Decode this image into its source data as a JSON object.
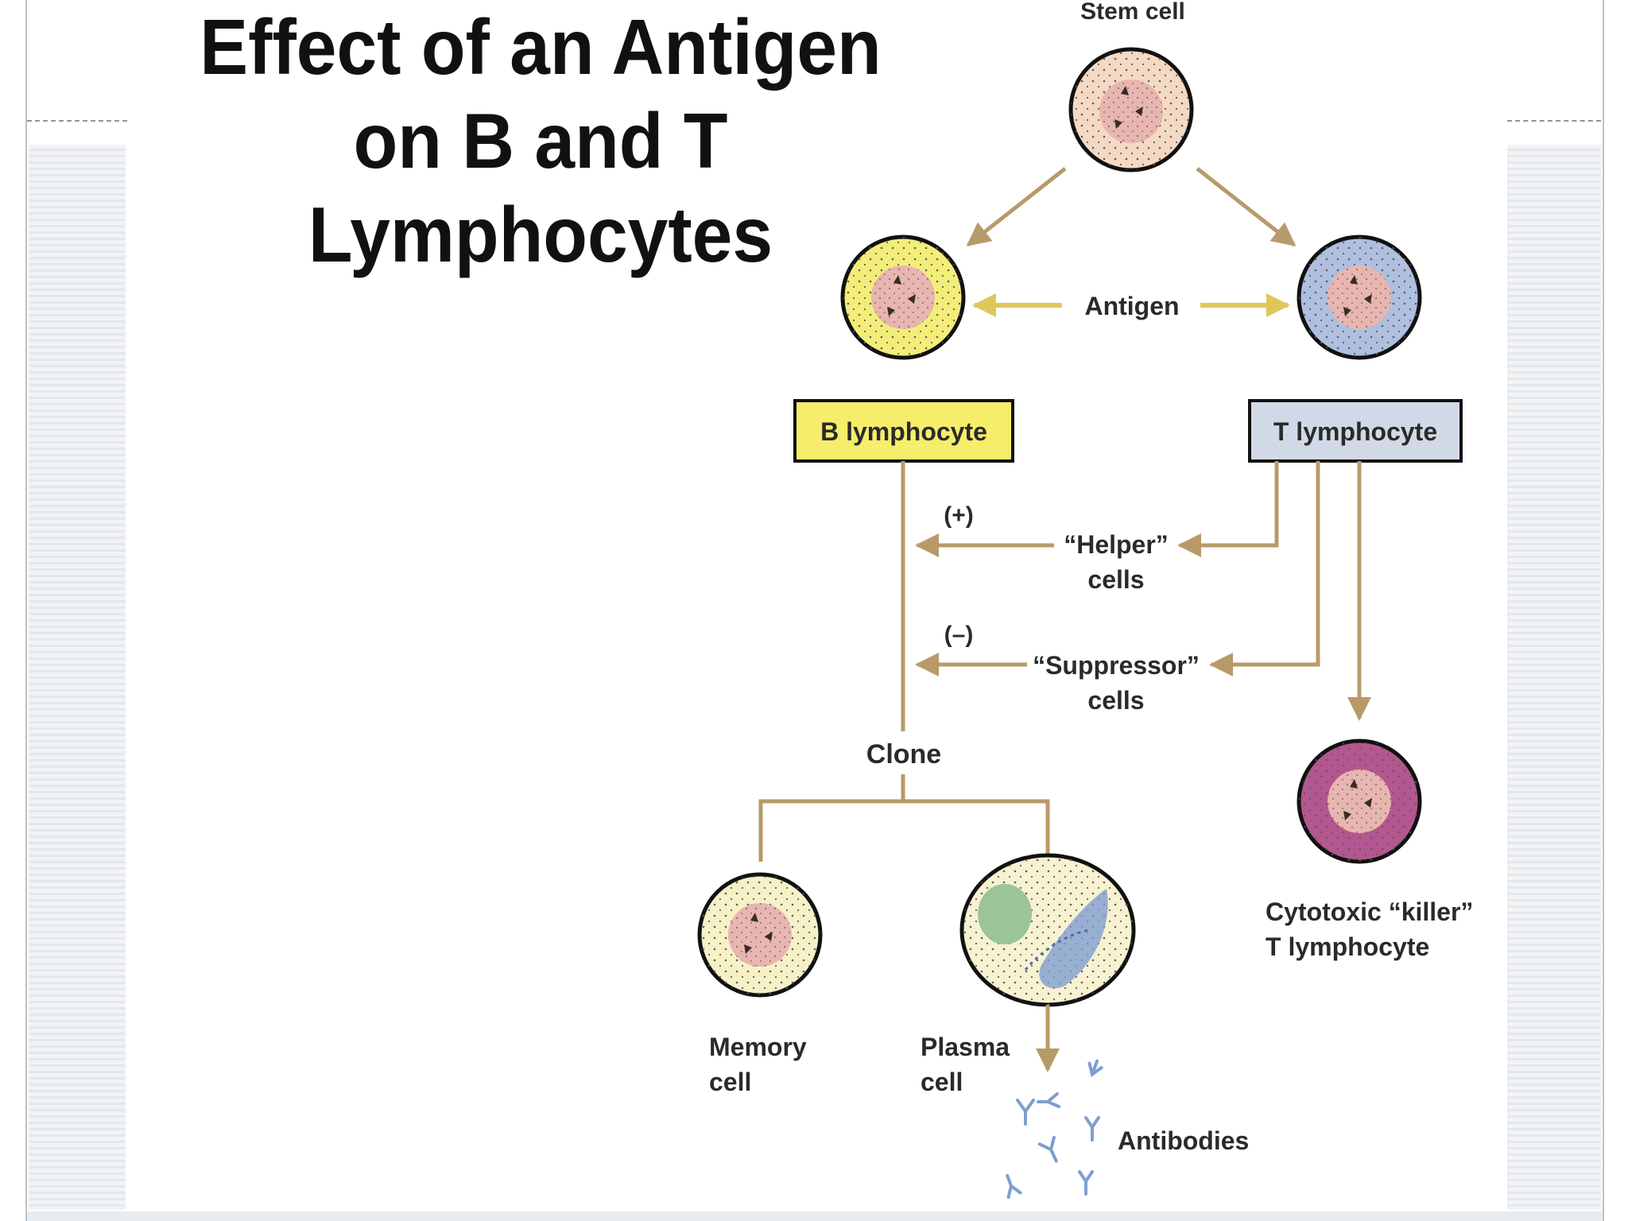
{
  "title": "Effect of an Antigen\non B and T\nLymphocytes",
  "labels": {
    "stem_cell": "Stem cell",
    "antigen": "Antigen",
    "b_lymphocyte": "B lymphocyte",
    "t_lymphocyte": "T lymphocyte",
    "plus": "(+)",
    "minus": "(–)",
    "helper_line1": "“Helper”",
    "helper_line2": "cells",
    "suppressor_line1": "“Suppressor”",
    "suppressor_line2": "cells",
    "clone": "Clone",
    "cytotoxic_line1": "Cytotoxic “killer”",
    "cytotoxic_line2": "T lymphocyte",
    "memory_line1": "Memory",
    "memory_line2": "cell",
    "plasma_line1": "Plasma",
    "plasma_line2": "cell",
    "antibodies": "Antibodies"
  },
  "colors": {
    "connector": "#b89a6a",
    "antigen_arrow": "#e0c65a",
    "b_box_fill": "#f6ee6a",
    "t_box_fill": "#d2d9e6",
    "b_cell_fill": "#f3ee7a",
    "t_cell_fill": "#aebfe0",
    "stem_cell_fill": "#f4d9c4",
    "killer_cell_fill": "#b2578f",
    "nucleus_fill": "#e7b6b0",
    "plasma_cell_fill": "#f7f3d2",
    "antibody_color": "#7f9ed1"
  }
}
